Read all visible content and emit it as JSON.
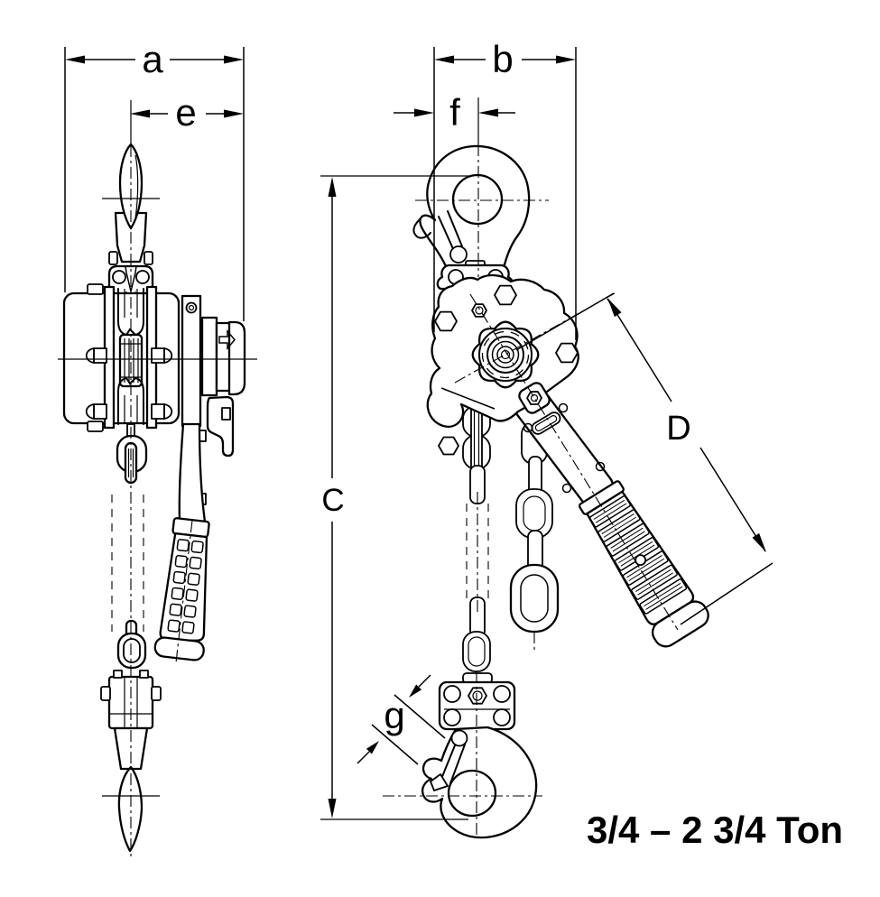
{
  "caption": "3/4 – 2 3/4 Ton",
  "dim_labels": {
    "a": "a",
    "b": "b",
    "e": "e",
    "f": "f",
    "C": "C",
    "D": "D",
    "g": "g"
  },
  "drawing": {
    "type": "dimensional line drawing",
    "subject": "lever chain hoist, two orthographic views",
    "views": [
      "side view with lever and hand-wheel",
      "front view with hooks, lever grip and chains"
    ]
  },
  "colors": {
    "line": "#000000",
    "background": "#ffffff"
  }
}
